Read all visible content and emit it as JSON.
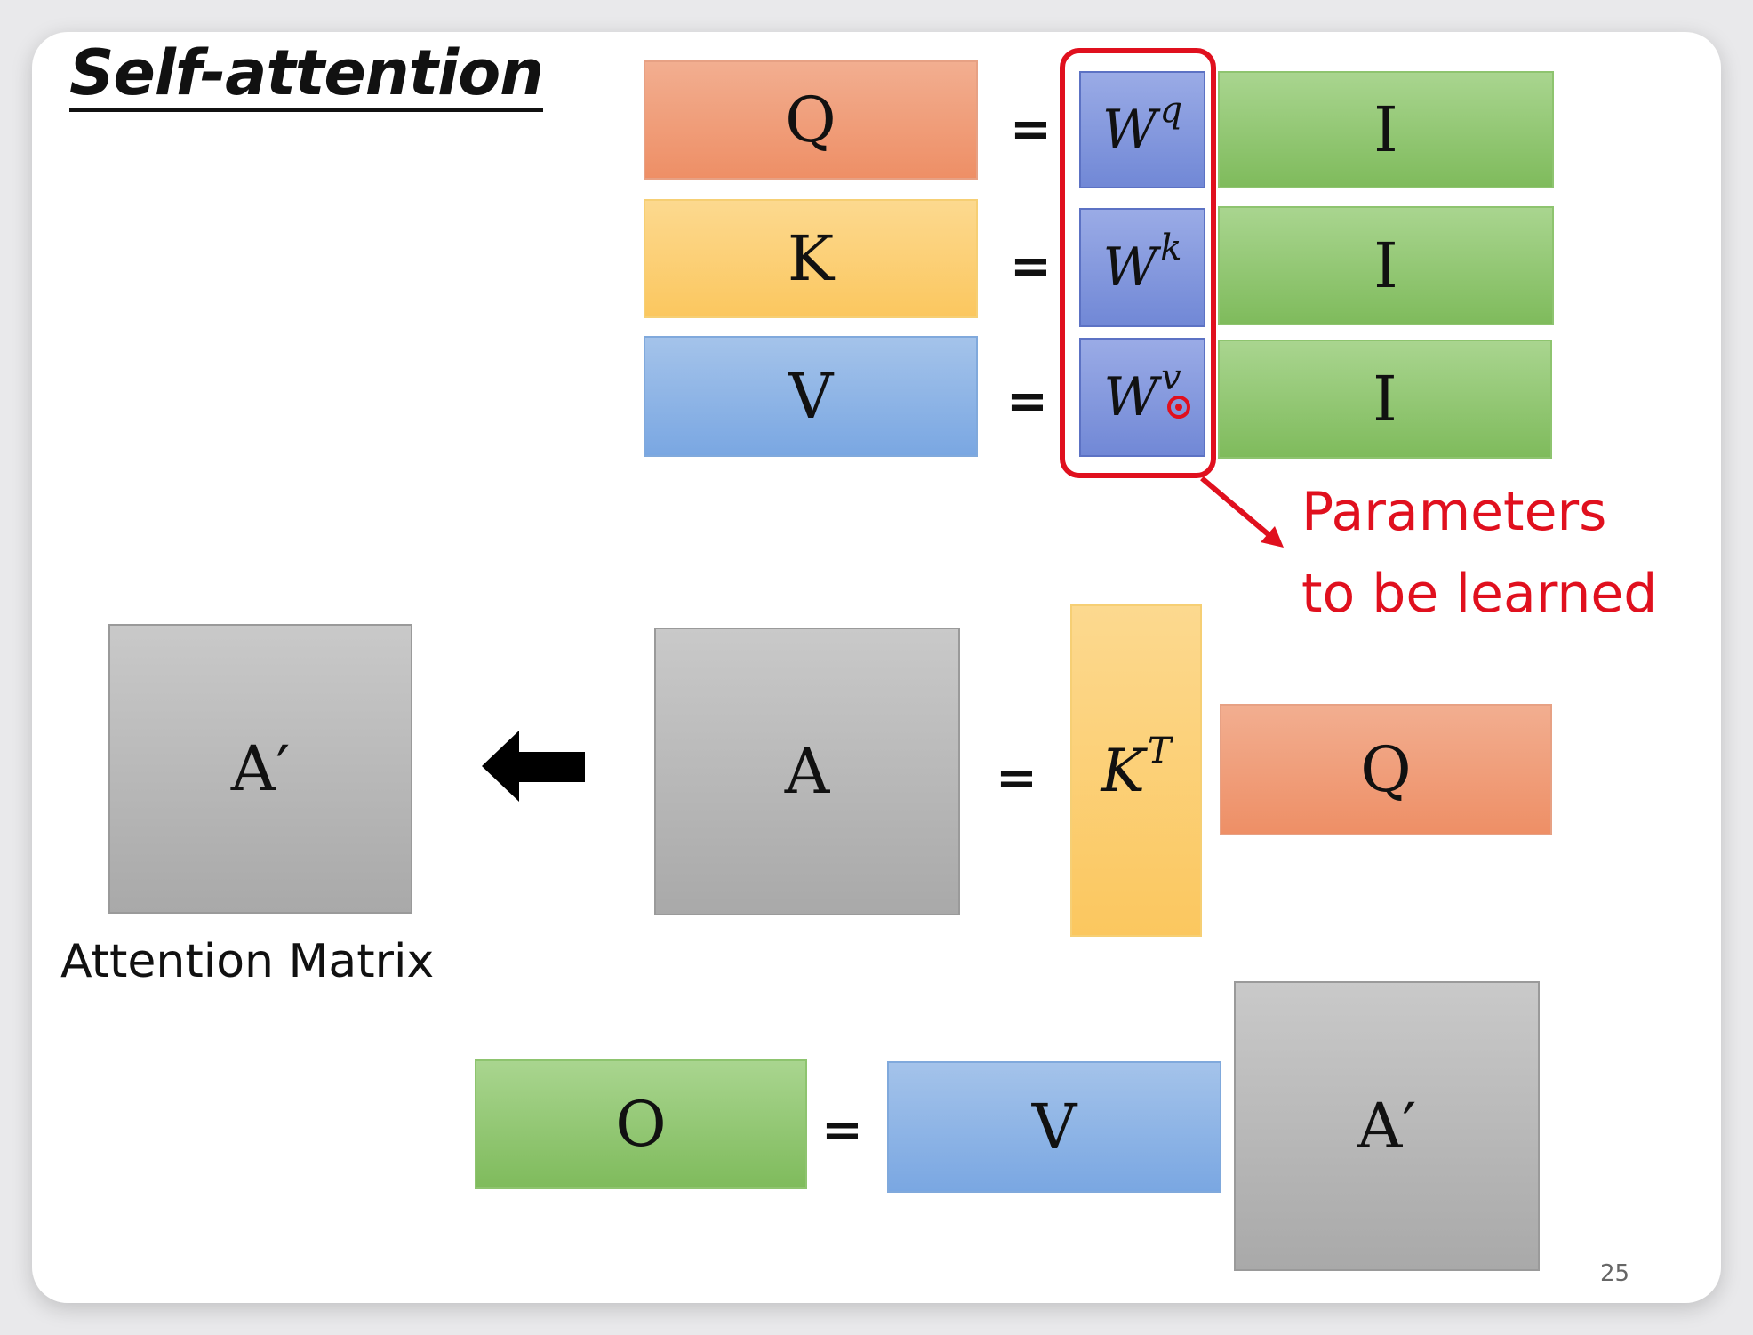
{
  "title": "Self-attention",
  "top_rows": [
    {
      "lhs": "Q",
      "w_base": "W",
      "w_sup": "q",
      "rhs": "I"
    },
    {
      "lhs": "K",
      "w_base": "W",
      "w_sup": "k",
      "rhs": "I"
    },
    {
      "lhs": "V",
      "w_base": "W",
      "w_sup": "v",
      "rhs": "I"
    }
  ],
  "equals": "=",
  "annotation": {
    "line1": "Parameters",
    "line2": "to be learned",
    "color": "#e0101e"
  },
  "middle": {
    "a_prime": "A′",
    "a": "A",
    "kt_base": "K",
    "kt_sup": "T",
    "q": "Q",
    "caption": "Attention Matrix"
  },
  "bottom": {
    "o": "O",
    "v": "V",
    "a_prime": "A′"
  },
  "page_number": "25",
  "colors": {
    "q_orange": "#ee8f66",
    "k_yellow": "#fbc75f",
    "v_blue": "#7aa7e2",
    "i_green": "#7fbb5c",
    "w_purple": "#7188d6",
    "matrix_gray": "#a9a9a9"
  }
}
